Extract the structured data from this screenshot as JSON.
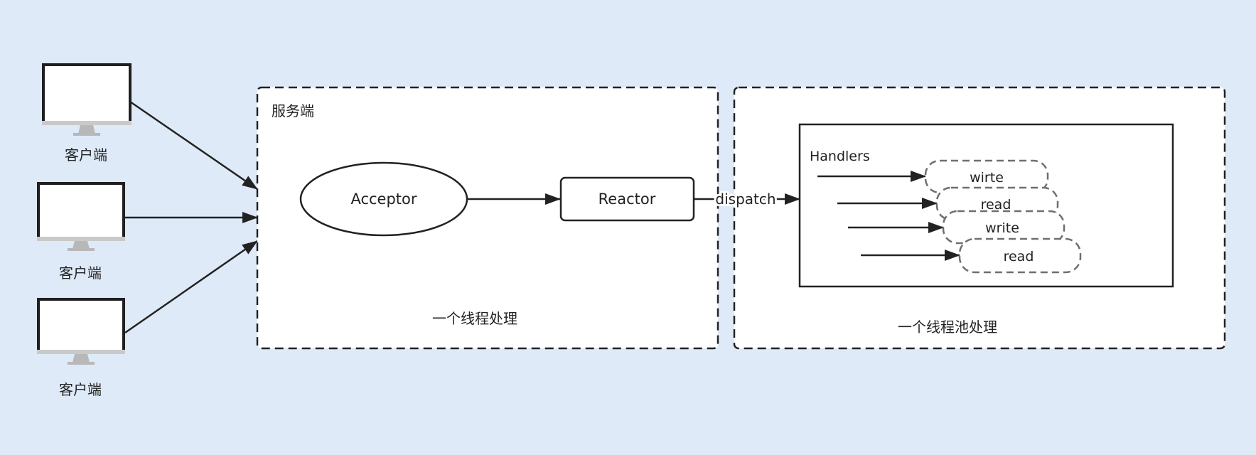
{
  "colors": {
    "background": "#deeaf8",
    "stroke": "#222222",
    "handler_stroke": "#6f6f6f",
    "monitor_bezel": "#1f1f1f",
    "monitor_screen": "#ffffff",
    "monitor_stand": "#b8b8b8"
  },
  "clients": [
    {
      "label": "客户端",
      "icon": "monitor-icon"
    },
    {
      "label": "客户端",
      "icon": "monitor-icon"
    },
    {
      "label": "客户端",
      "icon": "monitor-icon"
    }
  ],
  "server": {
    "title": "服务端",
    "acceptor_label": "Acceptor",
    "reactor_label": "Reactor",
    "caption": "一个线程处理"
  },
  "dispatch_label": "dispatch",
  "pool": {
    "handlers_label": "Handlers",
    "handlers": [
      {
        "label": "wirte"
      },
      {
        "label": "read"
      },
      {
        "label": "write"
      },
      {
        "label": "read"
      }
    ],
    "caption": "一个线程池处理"
  }
}
